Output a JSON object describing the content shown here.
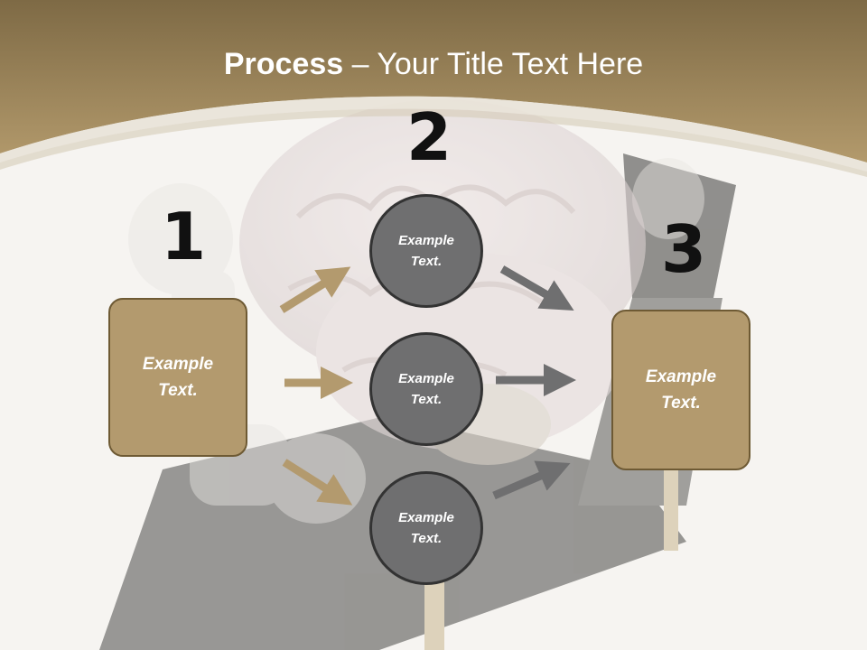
{
  "slide": {
    "title_bold": "Process",
    "title_rest": " – Your Title Text Here",
    "numbers": [
      "1",
      "2",
      "3"
    ],
    "left_box": {
      "line1": "Example",
      "line2": "Text."
    },
    "right_box": {
      "line1": "Example",
      "line2": "Text."
    },
    "circles": [
      {
        "line1": "Example",
        "line2": "Text."
      },
      {
        "line1": "Example",
        "line2": "Text."
      },
      {
        "line1": "Example",
        "line2": "Text."
      }
    ]
  },
  "colors": {
    "header_brown": "#a68a5b",
    "box_fill": "#b39a6e",
    "circle_fill": "#6f6f70",
    "arrow_gold": "#b39a6e",
    "arrow_gray": "#6f6f70"
  }
}
